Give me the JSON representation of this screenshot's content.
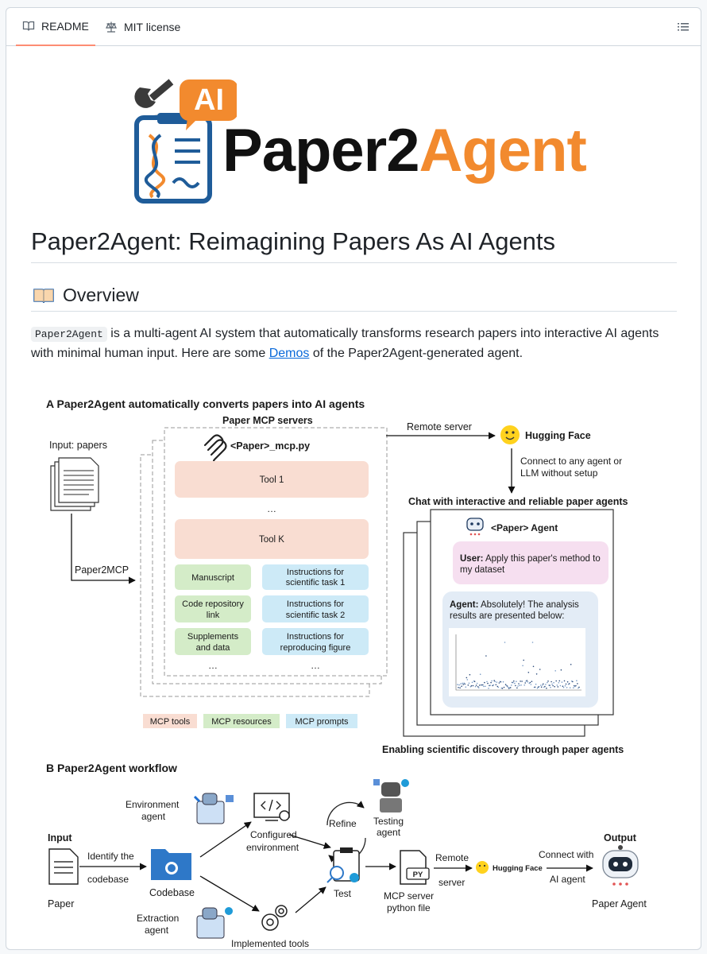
{
  "tabs": {
    "readme": "README",
    "license": "MIT license"
  },
  "logo": {
    "ai_badge": "AI",
    "word_black": "Paper2",
    "word_orange": "Agent"
  },
  "title": "Paper2Agent: Reimagining Papers As AI Agents",
  "overview": {
    "heading": "Overview",
    "code": "Paper2Agent",
    "text1": " is a multi-agent AI system that automatically transforms research papers into interactive AI agents with minimal human input. Here are some ",
    "link": "Demos",
    "text2": " of the Paper2Agent-generated agent."
  },
  "figA": {
    "title": "A   Paper2Agent automatically converts papers into AI agents",
    "servers_label": "Paper MCP servers",
    "file_name": "<Paper>_mcp.py",
    "input_label": "Input: papers",
    "paper2mcp": "Paper2MCP",
    "tool1": "Tool 1",
    "ellipsis": "…",
    "toolk": "Tool K",
    "resources": [
      "Manuscript",
      "Code repository link",
      "Supplements and data"
    ],
    "prompts": [
      "Instructions for scientific task 1",
      "Instructions for scientific task 2",
      "Instructions for reproducing figure"
    ],
    "remote_server": "Remote server",
    "hugging_face": "Hugging Face",
    "connect_line1": "Connect to any agent or",
    "connect_line2": "LLM without setup",
    "chat_title": "Chat with interactive and reliable paper agents",
    "agent_name": "<Paper> Agent",
    "user_label": "User:",
    "user_text1": " Apply this paper's method to",
    "user_text2": "my dataset",
    "agent_label": "Agent:",
    "agent_text1": " Absolutely! The analysis",
    "agent_text2": "results are presented below:",
    "legend": [
      "MCP tools",
      "MCP resources",
      "MCP prompts"
    ],
    "enabling": "Enabling scientific discovery through paper agents"
  },
  "figB": {
    "title": "B   Paper2Agent workflow",
    "input": "Input",
    "paper": "Paper",
    "identify1": "Identify the",
    "identify2": "codebase",
    "codebase": "Codebase",
    "env_agent1": "Environment",
    "env_agent2": "agent",
    "configured1": "Configured",
    "configured2": "environment",
    "extraction1": "Extraction",
    "extraction2": "agent",
    "implemented": "Implemented tools",
    "refine": "Refine",
    "testing1": "Testing",
    "testing2": "agent",
    "test": "Test",
    "py": "PY",
    "mcp_file1": "MCP server",
    "mcp_file2": "python file",
    "remote1": "Remote",
    "remote2": "server",
    "hf": "Hugging Face",
    "connect1": "Connect with",
    "connect2": "AI agent",
    "output": "Output",
    "paper_agent": "Paper Agent"
  },
  "colors": {
    "orange": "#f28a2e",
    "blue": "#1f5c99",
    "tool": "#f9ddd2",
    "resource": "#d4ecc8",
    "prompt": "#cdeaf7",
    "user_bubble": "#f6dff0",
    "agent_bubble": "#e3ecf6"
  }
}
